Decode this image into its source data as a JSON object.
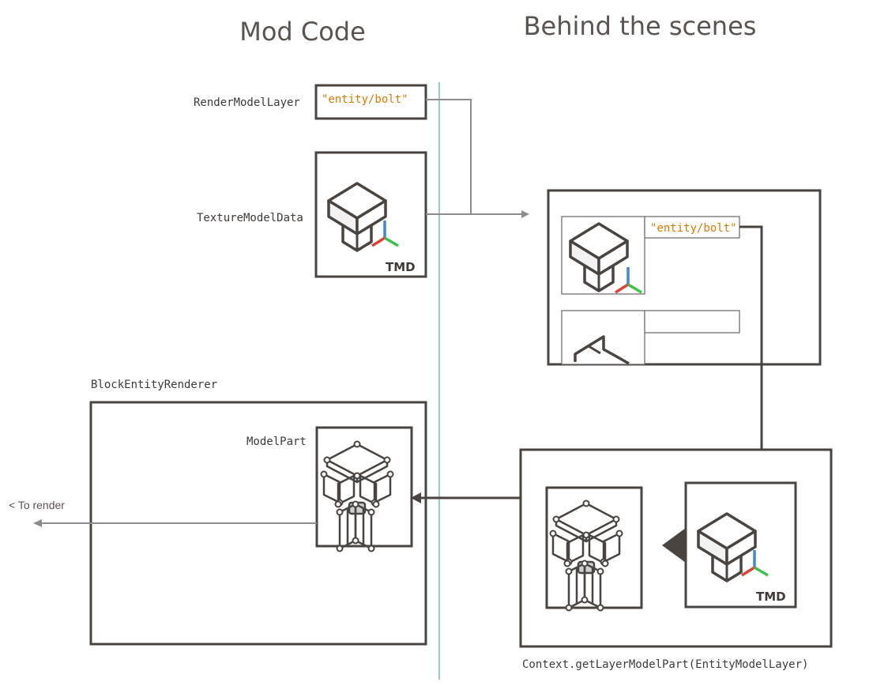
{
  "headings": {
    "left": "Mod Code",
    "right": "Behind the scenes"
  },
  "labels": {
    "render_model_layer": "RenderModelLayer",
    "texture_model_data": "TextureModelData",
    "block_entity_renderer": "BlockEntityRenderer",
    "model_part": "ModelPart",
    "to_render": "< To render",
    "context_call": "Context.getLayerModelPart(EntityModelLayer)"
  },
  "layer_strings": {
    "source": "\"entity/bolt\"",
    "registry_entry": "\"entity/bolt\""
  },
  "badges": {
    "tmd_source": "TMD",
    "tmd_context": "TMD"
  },
  "colors": {
    "stroke": "#4a4441",
    "divider": "#8fd1c8",
    "string": "#e07800",
    "axis_x": "#e0403a",
    "axis_y": "#3f86e0",
    "axis_z": "#3cc24a",
    "arrow_light": "#8c8c8c"
  }
}
